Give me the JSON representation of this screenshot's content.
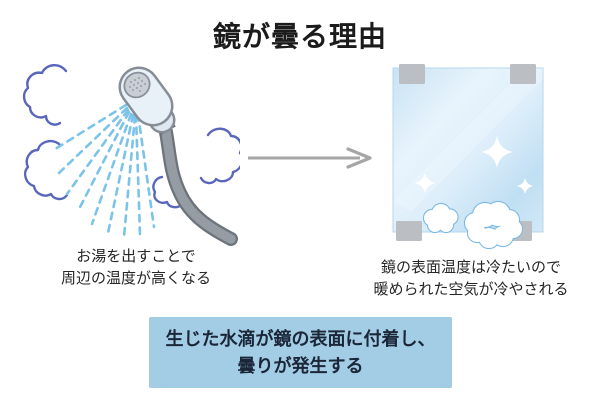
{
  "title": "鏡が曇る理由",
  "shower_caption": {
    "line1": "お湯を出すことで",
    "line2": "周辺の温度が高くなる"
  },
  "mirror_caption": {
    "line1": "鏡の表面温度は冷たいので",
    "line2": "暖められた空気が冷やされる"
  },
  "conclusion": {
    "line1": "生じた水滴が鏡の表面に付着し、",
    "line2": "曇りが発生する"
  },
  "icons": {
    "shower_head": "shower-head-icon",
    "water_spray": "water-spray-icon",
    "steam_cloud": "steam-cloud-icon",
    "arrow": "arrow-right-icon",
    "mirror": "mirror-icon",
    "mounting_clip": "mounting-clip-icon",
    "sparkle": "sparkle-icon",
    "fog_cloud": "fog-cloud-icon"
  },
  "colors": {
    "title_text": "#1b1b1b",
    "caption_text": "#262626",
    "conclusion_bg": "#a2cde4",
    "conclusion_text": "#1b2638",
    "steam_outline": "#5866bb",
    "spray_blue": "#7cc3e9",
    "hose_gray": "#6d737a",
    "head_fill": "#e9f1f8",
    "arrow_gray": "#a6a6a6",
    "mirror_light": "#e8f4fc",
    "mirror_blue": "#c0dff3",
    "clip_gray": "#bbbec2",
    "fog_cloud_outline": "#7cb9e4"
  }
}
